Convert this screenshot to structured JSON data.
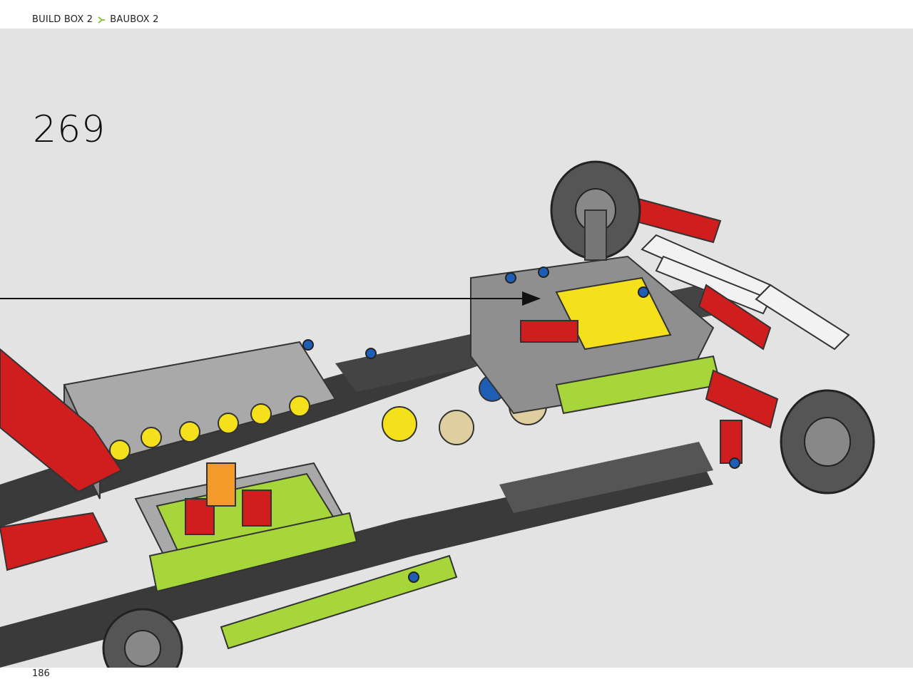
{
  "header": {
    "crumb_1": "BUILD BOX 2",
    "crumb_2": "BAUBOX 2",
    "separator_icon": "chevron-arrow-icon",
    "accent_color": "#8cc63f"
  },
  "instruction": {
    "step_number": "269"
  },
  "footer": {
    "page_number": "186"
  },
  "colors": {
    "background": "#e3e3e3",
    "dark_beam": "#3a3a3a",
    "light_gray": "#a9a9a9",
    "red": "#d01e1e",
    "lime": "#a6d63a",
    "yellow": "#f5e11b",
    "blue": "#1e5fb5",
    "white_beam": "#f2f2f2",
    "tan": "#e0cf9e",
    "orange": "#f39a2a"
  }
}
